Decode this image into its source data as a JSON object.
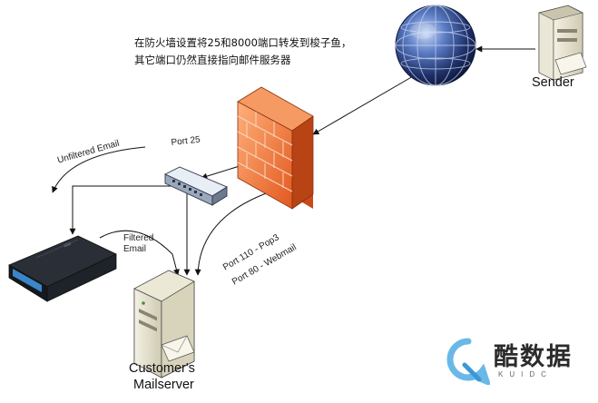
{
  "annotation": {
    "line1": "在防火墙设置将25和8000端口转发到梭子鱼，",
    "line2": "其它端口仍然直接指向邮件服务器"
  },
  "labels": {
    "sender": "Sender",
    "unfiltered_email": "Unfiltered Email",
    "port_25": "Port 25",
    "filtered_email_line1": "Filtered",
    "filtered_email_line2": "Email",
    "port_110": "Port 110 - Pop3",
    "port_80": "Port 80  - Webmail",
    "mailserver_line1": "Customer's",
    "mailserver_line2": "Mailserver"
  },
  "watermark": {
    "name": "酷数据",
    "sub": "KUIDC"
  },
  "icons": [
    "sender-computer-icon",
    "globe-icon",
    "firewall-icon",
    "network-switch-icon",
    "spam-filter-appliance-icon",
    "mail-server-icon"
  ],
  "colors": {
    "line": "#111111",
    "firewall": "#f07a3a",
    "globe": "#243c78",
    "appliance_accent": "#3a86c8",
    "brand": "#6ab8e8"
  }
}
